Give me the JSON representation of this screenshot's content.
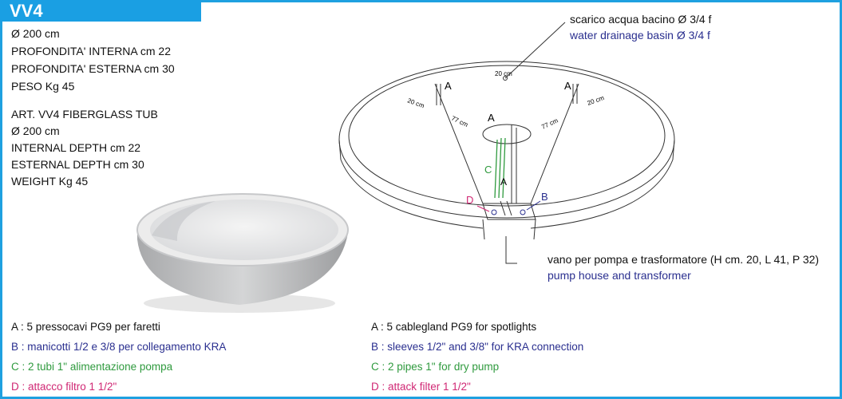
{
  "header": {
    "title": "VV4"
  },
  "specs_it": [
    "Ø 200 cm",
    "PROFONDITA' INTERNA cm 22",
    "PROFONDITA' ESTERNA cm 30",
    "PESO Kg 45"
  ],
  "specs_en": [
    "ART. VV4 FIBERGLASS TUB",
    "Ø 200 cm",
    "INTERNAL DEPTH cm 22",
    "ESTERNAL DEPTH cm 30",
    "WEIGHT Kg 45"
  ],
  "callouts": {
    "drain_it": "scarico acqua bacino Ø 3/4 f",
    "drain_en": "water drainage basin Ø 3/4 f",
    "pump_it": "vano per pompa e trasformatore (H cm. 20, L 41, P 32)",
    "pump_en": "pump house and transformer"
  },
  "diagram": {
    "dim_20": "20 cm",
    "dim_77": "77 cm",
    "label_a": "A",
    "label_b": "B",
    "label_c": "C",
    "label_d": "D"
  },
  "legend_it": [
    "A : 5 pressocavi PG9 per faretti",
    "B : manicotti 1/2 e 3/8 per  collegamento KRA",
    "C : 2 tubi 1\" alimentazione pompa",
    "D : attacco filtro 1 1/2\""
  ],
  "legend_en": [
    "A : 5 cablegland PG9 for spotlights",
    "B : sleeves 1/2\" and 3/8\" for KRA connection",
    "C : 2 pipes 1\" for dry pump",
    "D : attack filter 1 1/2\""
  ],
  "colors": {
    "frame": "#1fa0e0",
    "title_bg": "#1a9fe3",
    "a": "#111111",
    "b": "#2a2f8f",
    "c": "#2f9a3e",
    "d": "#d02874"
  }
}
